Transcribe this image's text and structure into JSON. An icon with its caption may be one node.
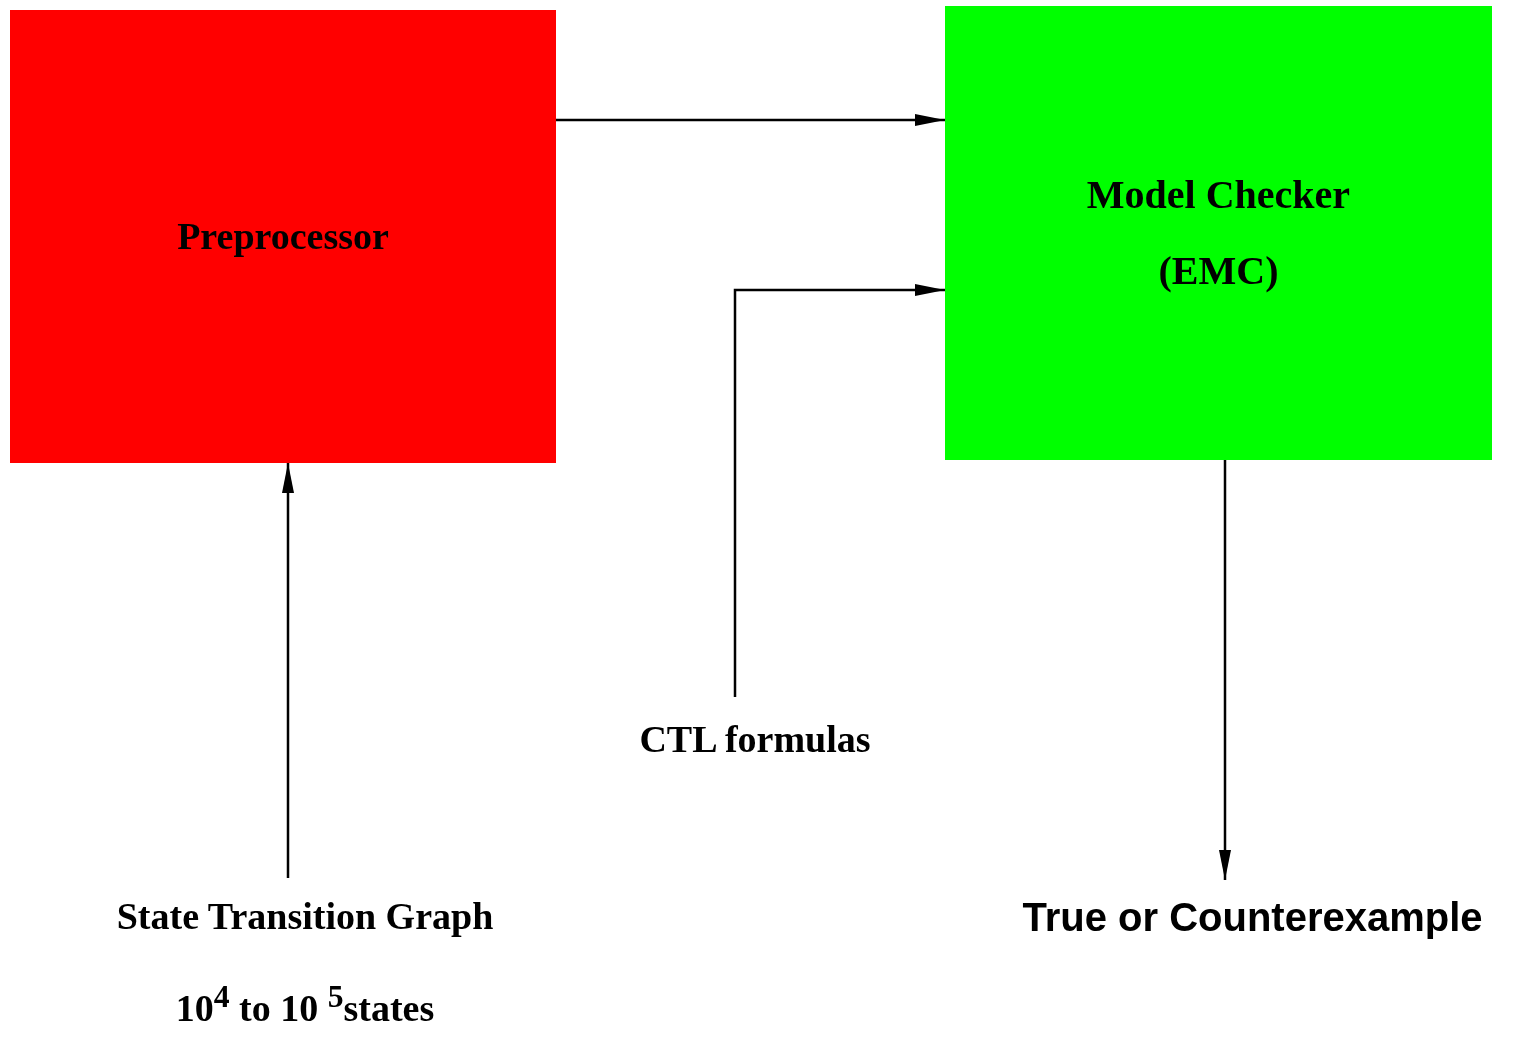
{
  "diagram": {
    "nodes": [
      {
        "text": [
          "Preprocessor"
        ]
      },
      {
        "text": [
          "Model Checker (EMC)"
        ]
      },
      {
        "text": [
          "State Transition Graph",
          "10$^{4}$ to 10 $^{5}$states"
        ]
      },
      {
        "text": [
          "CTL formulas"
        ]
      },
      {
        "text": [
          "True or Counterexample"
        ]
      }
    ],
    "edges": [
      {
        "from": 0,
        "to": 1,
        "arrow": "to"
      },
      {
        "from": 3,
        "to": 1,
        "arrow": "to"
      },
      {
        "from": 2,
        "to": 0,
        "arrow": "to"
      },
      {
        "from": 1,
        "to": 4,
        "arrow": "to"
      }
    ]
  }
}
